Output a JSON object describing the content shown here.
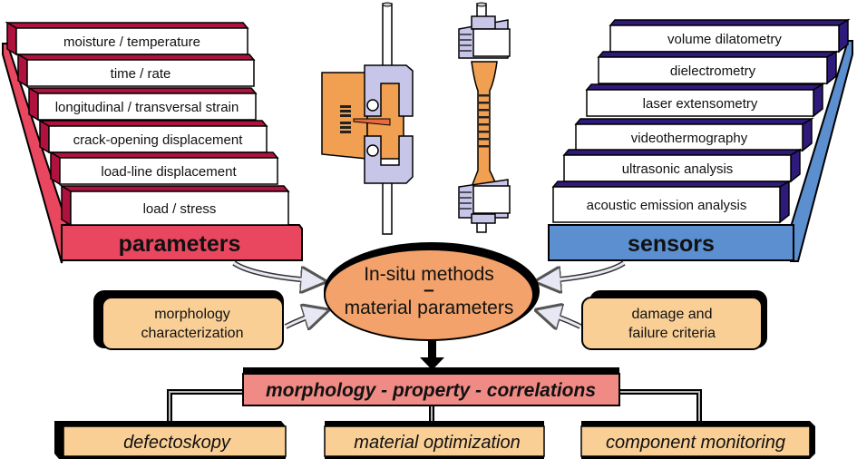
{
  "parameters": {
    "title": "parameters",
    "items": [
      "moisture / temperature",
      "time / rate",
      "longitudinal / transversal strain",
      "crack-opening displacement",
      "load-line displacement",
      "load / stress"
    ]
  },
  "sensors": {
    "title": "sensors",
    "items": [
      "volume dilatometry",
      "dielectrometry",
      "laser extensometry",
      "videothermography",
      "ultrasonic analysis",
      "acoustic emission analysis"
    ]
  },
  "center": {
    "line1": "In-situ methods",
    "dash": "–",
    "line2": "material parameters"
  },
  "left_box": {
    "line1": "morphology",
    "line2": "characterization"
  },
  "right_box": {
    "line1": "damage and",
    "line2": "failure criteria"
  },
  "correlations": "morphology - property - correlations",
  "outputs": [
    "defectoskopy",
    "material optimization",
    "component monitoring"
  ],
  "colors": {
    "param_fill": "#e8475f",
    "param_dark": "#b0123f",
    "sensor_fill": "#5b8fcf",
    "sensor_dark": "#2e1a7a",
    "ellipse": "#f2a26a",
    "box_fill": "#f9cf96",
    "corr_fill": "#f08a85",
    "specimen": "#f0a050",
    "clamp": "#c8c6e8"
  }
}
